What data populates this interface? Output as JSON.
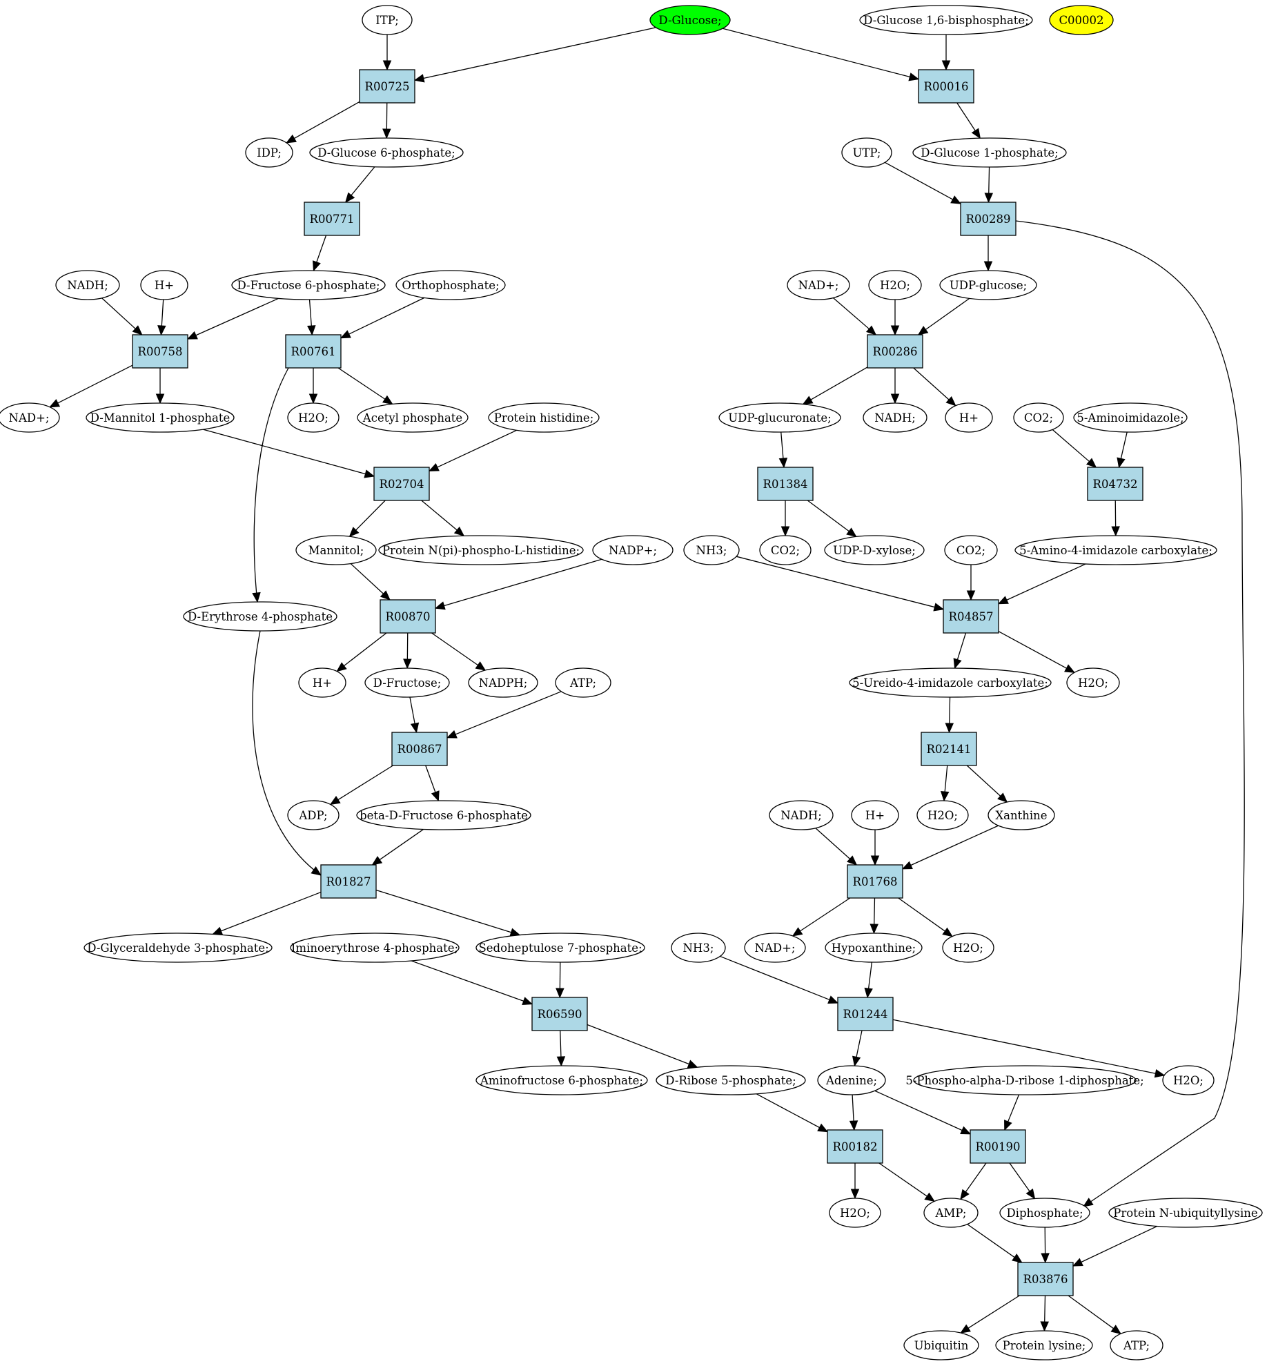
{
  "colors": {
    "metabolite_fill": "#ffffff",
    "reaction_fill": "#add8e6",
    "highlight_source": "#00ff00",
    "highlight_query": "#ffff00"
  },
  "metabolites": {
    "itp": {
      "label": "ITP;"
    },
    "glucose": {
      "label": "D-Glucose;",
      "highlight": "source"
    },
    "glc16bp": {
      "label": "D-Glucose 1,6-bisphosphate;"
    },
    "c00002": {
      "label": "C00002",
      "highlight": "query"
    },
    "idp": {
      "label": "IDP;"
    },
    "g6p": {
      "label": "D-Glucose 6-phosphate;"
    },
    "utp": {
      "label": "UTP;"
    },
    "g1p": {
      "label": "D-Glucose 1-phosphate;"
    },
    "nadh_1": {
      "label": "NADH;"
    },
    "hplus_1": {
      "label": "H+"
    },
    "f6p": {
      "label": "D-Fructose 6-phosphate;"
    },
    "orthophosphate": {
      "label": "Orthophosphate;"
    },
    "nadplus_1": {
      "label": "NAD+;"
    },
    "h2o_1": {
      "label": "H2O;"
    },
    "udpglc": {
      "label": "UDP-glucose;"
    },
    "nadplus_2": {
      "label": "NAD+;"
    },
    "mannitol1p": {
      "label": "D-Mannitol 1-phosphate"
    },
    "h2o_2": {
      "label": "H2O;"
    },
    "acetylp": {
      "label": "Acetyl phosphate"
    },
    "prothis": {
      "label": "Protein histidine;"
    },
    "udpglcA": {
      "label": "UDP-glucuronate;"
    },
    "nadh_2": {
      "label": "NADH;"
    },
    "hplus_2": {
      "label": "H+"
    },
    "co2_1": {
      "label": "CO2;"
    },
    "aminoimidazole": {
      "label": "5-Aminoimidazole;"
    },
    "mannitol": {
      "label": "Mannitol;"
    },
    "protnphis": {
      "label": "Protein N(pi)-phospho-L-histidine;"
    },
    "nadpplus": {
      "label": "NADP+;"
    },
    "nh3_1": {
      "label": "NH3;"
    },
    "co2_2": {
      "label": "CO2;"
    },
    "udpxyl": {
      "label": "UDP-D-xylose;"
    },
    "co2_3": {
      "label": "CO2;"
    },
    "aica": {
      "label": "5-Amino-4-imidazole carboxylate;"
    },
    "e4p": {
      "label": "D-Erythrose 4-phosphate"
    },
    "hplus_3": {
      "label": "H+"
    },
    "fructose": {
      "label": "D-Fructose;"
    },
    "nadph": {
      "label": "NADPH;"
    },
    "atp_1": {
      "label": "ATP;"
    },
    "ureido": {
      "label": "5-Ureido-4-imidazole carboxylate;"
    },
    "h2o_3": {
      "label": "H2O;"
    },
    "adp": {
      "label": "ADP;"
    },
    "bf6p": {
      "label": "beta-D-Fructose 6-phosphate"
    },
    "nadh_3": {
      "label": "NADH;"
    },
    "hplus_4": {
      "label": "H+"
    },
    "h2o_4": {
      "label": "H2O;"
    },
    "xanthine": {
      "label": "Xanthine"
    },
    "g3p": {
      "label": "D-Glyceraldehyde 3-phosphate;"
    },
    "iminoe4p": {
      "label": "Iminoerythrose 4-phosphate;"
    },
    "s7p": {
      "label": "Sedoheptulose 7-phosphate;"
    },
    "nh3_2": {
      "label": "NH3;"
    },
    "nadplus_3": {
      "label": "NAD+;"
    },
    "hypoxanthine": {
      "label": "Hypoxanthine;"
    },
    "h2o_5": {
      "label": "H2O;"
    },
    "aminof6p": {
      "label": "Aminofructose 6-phosphate;"
    },
    "r5p": {
      "label": "D-Ribose 5-phosphate;"
    },
    "adenine": {
      "label": "Adenine;"
    },
    "prpp": {
      "label": "5-Phospho-alpha-D-ribose 1-diphosphate;"
    },
    "h2o_6": {
      "label": "H2O;"
    },
    "h2o_7": {
      "label": "H2O;"
    },
    "amp": {
      "label": "AMP;"
    },
    "diphosphate": {
      "label": "Diphosphate;"
    },
    "protubk": {
      "label": "Protein N-ubiquityllysine"
    },
    "ubiquitin": {
      "label": "Ubiquitin"
    },
    "protlys": {
      "label": "Protein lysine;"
    },
    "atp_2": {
      "label": "ATP;"
    }
  },
  "reactions": {
    "R00725": {
      "label": "R00725"
    },
    "R00016": {
      "label": "R00016"
    },
    "R00771": {
      "label": "R00771"
    },
    "R00289": {
      "label": "R00289"
    },
    "R00758": {
      "label": "R00758"
    },
    "R00761": {
      "label": "R00761"
    },
    "R00286": {
      "label": "R00286"
    },
    "R02704": {
      "label": "R02704"
    },
    "R01384": {
      "label": "R01384"
    },
    "R04732": {
      "label": "R04732"
    },
    "R00870": {
      "label": "R00870"
    },
    "R04857": {
      "label": "R04857"
    },
    "R00867": {
      "label": "R00867"
    },
    "R02141": {
      "label": "R02141"
    },
    "R01827": {
      "label": "R01827"
    },
    "R01768": {
      "label": "R01768"
    },
    "R06590": {
      "label": "R06590"
    },
    "R01244": {
      "label": "R01244"
    },
    "R00182": {
      "label": "R00182"
    },
    "R00190": {
      "label": "R00190"
    },
    "R03876": {
      "label": "R03876"
    }
  },
  "edges": [
    {
      "from": "itp",
      "to": "R00725"
    },
    {
      "from": "glucose",
      "to": "R00725"
    },
    {
      "from": "glucose",
      "to": "R00016"
    },
    {
      "from": "glc16bp",
      "to": "R00016"
    },
    {
      "from": "R00725",
      "to": "idp"
    },
    {
      "from": "R00725",
      "to": "g6p"
    },
    {
      "from": "R00016",
      "to": "g1p"
    },
    {
      "from": "g6p",
      "to": "R00771"
    },
    {
      "from": "utp",
      "to": "R00289"
    },
    {
      "from": "g1p",
      "to": "R00289"
    },
    {
      "from": "R00771",
      "to": "f6p"
    },
    {
      "from": "R00289",
      "to": "udpglc"
    },
    {
      "from": "R00289",
      "to": "diphosphate"
    },
    {
      "from": "nadh_1",
      "to": "R00758"
    },
    {
      "from": "hplus_1",
      "to": "R00758"
    },
    {
      "from": "f6p",
      "to": "R00758"
    },
    {
      "from": "f6p",
      "to": "R00761"
    },
    {
      "from": "orthophosphate",
      "to": "R00761"
    },
    {
      "from": "nadplus_1",
      "to": "R00286"
    },
    {
      "from": "h2o_1",
      "to": "R00286"
    },
    {
      "from": "udpglc",
      "to": "R00286"
    },
    {
      "from": "R00758",
      "to": "nadplus_2"
    },
    {
      "from": "R00758",
      "to": "mannitol1p"
    },
    {
      "from": "R00761",
      "to": "h2o_2"
    },
    {
      "from": "R00761",
      "to": "acetylp"
    },
    {
      "from": "R00761",
      "to": "e4p"
    },
    {
      "from": "R00286",
      "to": "udpglcA"
    },
    {
      "from": "R00286",
      "to": "nadh_2"
    },
    {
      "from": "R00286",
      "to": "hplus_2"
    },
    {
      "from": "mannitol1p",
      "to": "R02704"
    },
    {
      "from": "prothis",
      "to": "R02704"
    },
    {
      "from": "udpglcA",
      "to": "R01384"
    },
    {
      "from": "co2_1",
      "to": "R04732"
    },
    {
      "from": "aminoimidazole",
      "to": "R04732"
    },
    {
      "from": "R02704",
      "to": "mannitol"
    },
    {
      "from": "R02704",
      "to": "protnphis"
    },
    {
      "from": "R01384",
      "to": "co2_2"
    },
    {
      "from": "R01384",
      "to": "udpxyl"
    },
    {
      "from": "R04732",
      "to": "aica"
    },
    {
      "from": "mannitol",
      "to": "R00870"
    },
    {
      "from": "nadpplus",
      "to": "R00870"
    },
    {
      "from": "nh3_1",
      "to": "R04857"
    },
    {
      "from": "co2_3",
      "to": "R04857"
    },
    {
      "from": "aica",
      "to": "R04857"
    },
    {
      "from": "R00870",
      "to": "hplus_3"
    },
    {
      "from": "R00870",
      "to": "fructose"
    },
    {
      "from": "R00870",
      "to": "nadph"
    },
    {
      "from": "R04857",
      "to": "ureido"
    },
    {
      "from": "R04857",
      "to": "h2o_3"
    },
    {
      "from": "fructose",
      "to": "R00867"
    },
    {
      "from": "atp_1",
      "to": "R00867"
    },
    {
      "from": "ureido",
      "to": "R02141"
    },
    {
      "from": "R00867",
      "to": "adp"
    },
    {
      "from": "R00867",
      "to": "bf6p"
    },
    {
      "from": "R02141",
      "to": "h2o_4"
    },
    {
      "from": "R02141",
      "to": "xanthine"
    },
    {
      "from": "e4p",
      "to": "R01827"
    },
    {
      "from": "bf6p",
      "to": "R01827"
    },
    {
      "from": "nadh_3",
      "to": "R01768"
    },
    {
      "from": "hplus_4",
      "to": "R01768"
    },
    {
      "from": "xanthine",
      "to": "R01768"
    },
    {
      "from": "R01827",
      "to": "g3p"
    },
    {
      "from": "R01827",
      "to": "s7p"
    },
    {
      "from": "R01768",
      "to": "nadplus_3"
    },
    {
      "from": "R01768",
      "to": "hypoxanthine"
    },
    {
      "from": "R01768",
      "to": "h2o_5"
    },
    {
      "from": "iminoe4p",
      "to": "R06590"
    },
    {
      "from": "s7p",
      "to": "R06590"
    },
    {
      "from": "nh3_2",
      "to": "R01244"
    },
    {
      "from": "hypoxanthine",
      "to": "R01244"
    },
    {
      "from": "R06590",
      "to": "aminof6p"
    },
    {
      "from": "R06590",
      "to": "r5p"
    },
    {
      "from": "R01244",
      "to": "adenine"
    },
    {
      "from": "R01244",
      "to": "h2o_6"
    },
    {
      "from": "r5p",
      "to": "R00182"
    },
    {
      "from": "adenine",
      "to": "R00182"
    },
    {
      "from": "adenine",
      "to": "R00190"
    },
    {
      "from": "prpp",
      "to": "R00190"
    },
    {
      "from": "R00182",
      "to": "h2o_7"
    },
    {
      "from": "R00182",
      "to": "amp"
    },
    {
      "from": "R00190",
      "to": "amp"
    },
    {
      "from": "R00190",
      "to": "diphosphate"
    },
    {
      "from": "amp",
      "to": "R03876"
    },
    {
      "from": "diphosphate",
      "to": "R03876"
    },
    {
      "from": "protubk",
      "to": "R03876"
    },
    {
      "from": "R03876",
      "to": "ubiquitin"
    },
    {
      "from": "R03876",
      "to": "protlys"
    },
    {
      "from": "R03876",
      "to": "atp_2"
    }
  ]
}
